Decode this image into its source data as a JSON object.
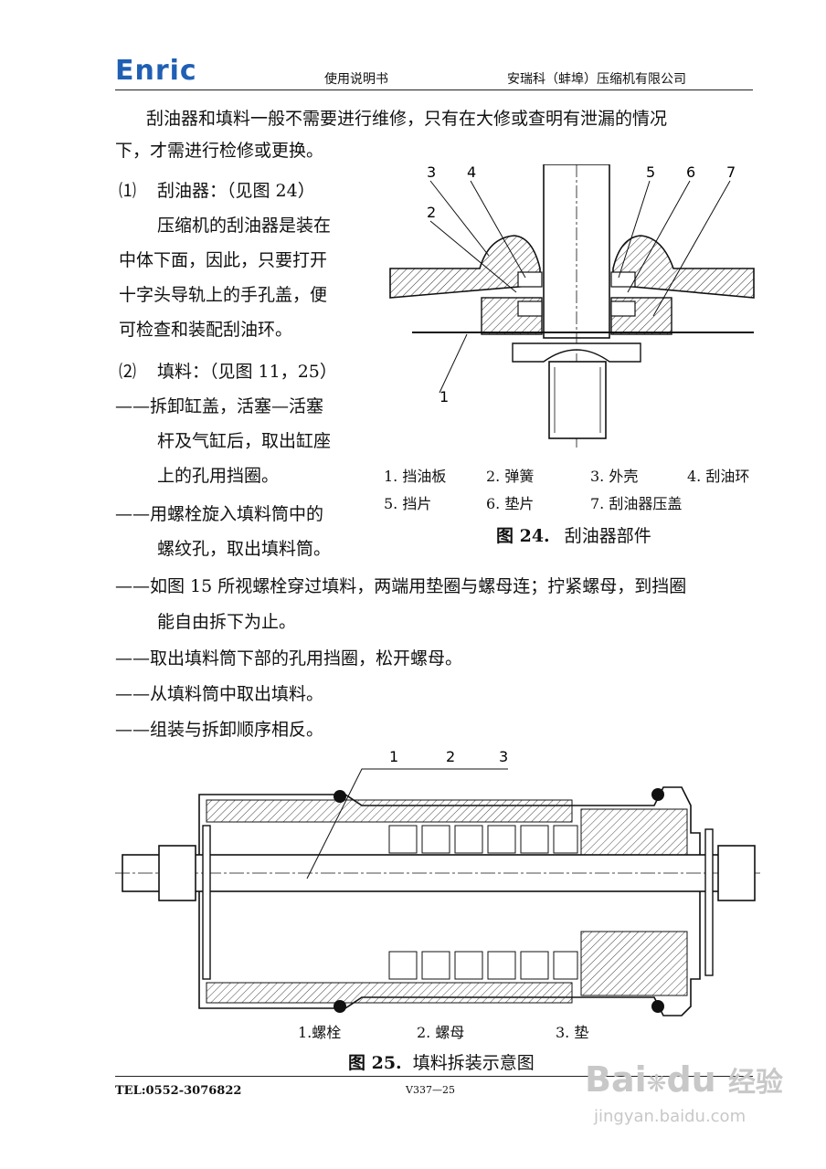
{
  "header": {
    "logo": "Enric",
    "center": "使用说明书",
    "right": "安瑞科（蚌埠）压缩机有限公司"
  },
  "body": {
    "intro_line1": "刮油器和填料一般不需要进行维修，只有在大修或查明有泄漏的情况",
    "intro_line2": "下，才需进行检修或更换。",
    "s1_num": "⑴",
    "s1_title": "刮油器：（见图 24）",
    "s1_p1": "压缩机的刮油器是装在",
    "s1_p2": "中体下面，因此，只要打开",
    "s1_p3": "十字头导轨上的手孔盖，便",
    "s1_p4": "可检查和装配刮油环。",
    "s2_num": "⑵",
    "s2_title": "填料：（见图 11，25）",
    "s2_b1_l1": "——拆卸缸盖，活塞—活塞",
    "s2_b1_l2": "杆及气缸后，取出缸座",
    "s2_b1_l3": "上的孔用挡圈。",
    "s2_b2_l1": "——用螺栓旋入填料筒中的",
    "s2_b2_l2": "螺纹孔，取出填料筒。",
    "s2_b3_l1": "——如图 15 所视螺栓穿过填料，两端用垫圈与螺母连；拧紧螺母，到挡圈",
    "s2_b3_l2": "能自由拆下为止。",
    "s2_b4": "——取出填料筒下部的孔用挡圈，松开螺母。",
    "s2_b5": "——从填料筒中取出填料。",
    "s2_b6": "——组装与拆卸顺序相反。"
  },
  "fig24": {
    "callouts": [
      "1",
      "2",
      "3",
      "4",
      "5",
      "6",
      "7"
    ],
    "legend": [
      "1. 挡油板",
      "2. 弹簧",
      "3. 外壳",
      "4. 刮油环",
      "5. 挡片",
      "6. 垫片",
      "7. 刮油器压盖"
    ],
    "caption_label": "图 24.",
    "caption_text": "刮油器部件"
  },
  "fig25": {
    "callouts": [
      "1",
      "2",
      "3"
    ],
    "legend": [
      "1.螺栓",
      "2. 螺母",
      "3. 垫"
    ],
    "caption_label": "图 25.",
    "caption_text": "填料拆装示意图"
  },
  "footer": {
    "tel": "TEL:0552-3076822",
    "page": "V337—25"
  },
  "watermark": {
    "brand_a": "Bai",
    "brand_b": "du",
    "brand_c": "经验",
    "url": "jingyan.baidu.com"
  },
  "colors": {
    "logo": "#1f5fb4",
    "text": "#111111",
    "watermark": "#c8c8c8"
  }
}
